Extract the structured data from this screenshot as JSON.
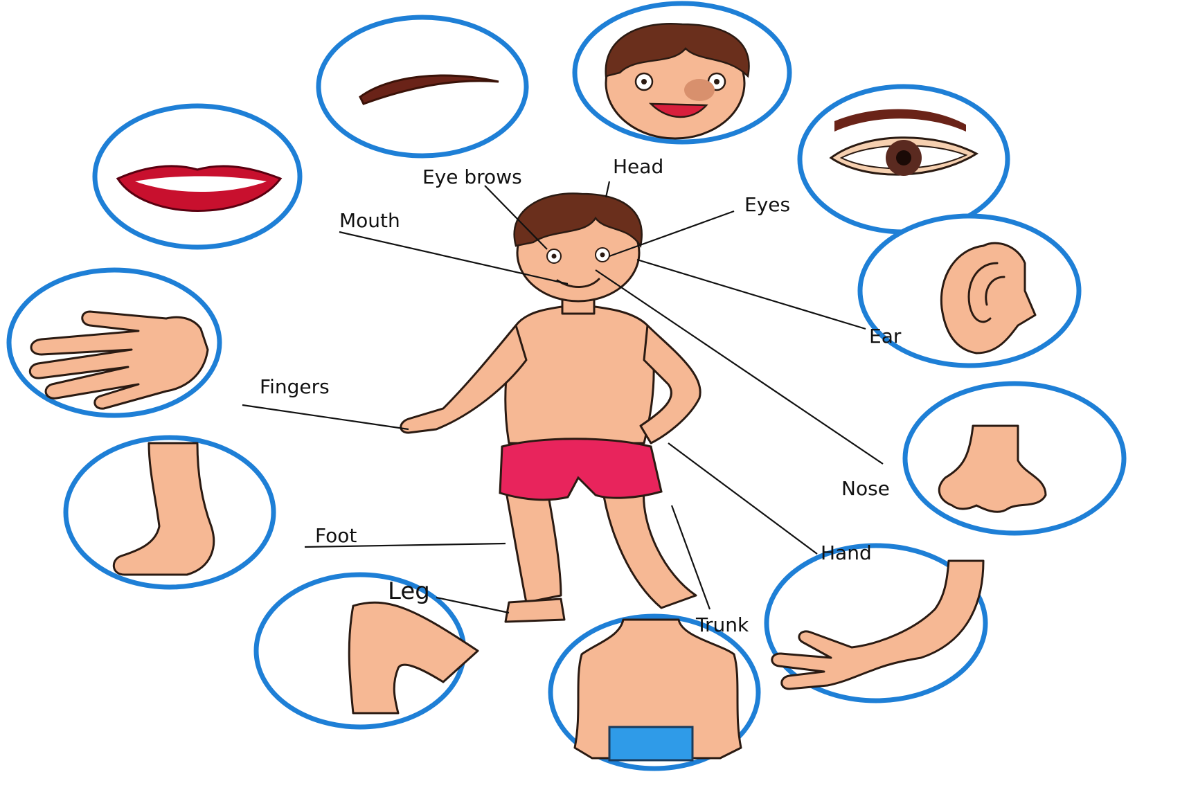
{
  "labels": {
    "eye_brows": "Eye brows",
    "head": "Head",
    "eyes": "Eyes",
    "mouth": "Mouth",
    "ear": "Ear",
    "fingers": "Fingers",
    "nose": "Nose",
    "foot": "Foot",
    "hand": "Hand",
    "leg": "Leg",
    "trunk": "Trunk"
  },
  "colors": {
    "ring": "#1e7fd6",
    "skin": "#f6b894",
    "hair": "#6a2f1c",
    "shorts": "#e8245c",
    "trunk_shorts": "#2f9be8",
    "lips": "#c8102e"
  }
}
